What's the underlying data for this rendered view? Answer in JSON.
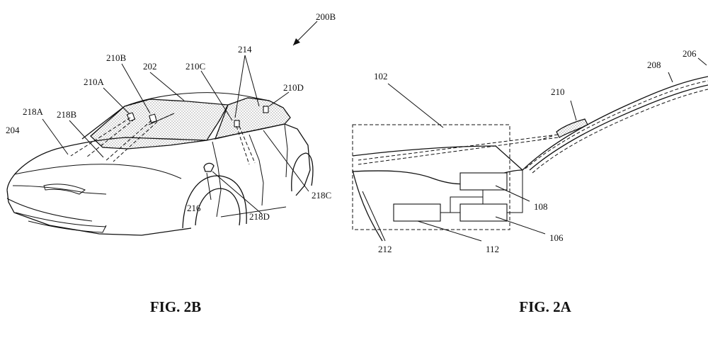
{
  "figure_2b": {
    "caption": "FIG. 2B",
    "labels": {
      "r200b": "200B",
      "r214": "214",
      "r210b": "210B",
      "r202": "202",
      "r210c": "210C",
      "r210d": "210D",
      "r210a": "210A",
      "r218a": "218A",
      "r218b": "218B",
      "r204": "204",
      "r216": "216",
      "r218d": "218D",
      "r218c": "218C"
    }
  },
  "figure_2a": {
    "caption": "FIG. 2A",
    "labels": {
      "r206": "206",
      "r208": "208",
      "r210": "210",
      "r102": "102",
      "r108": "108",
      "r106": "106",
      "r212": "212",
      "r112": "112"
    }
  }
}
